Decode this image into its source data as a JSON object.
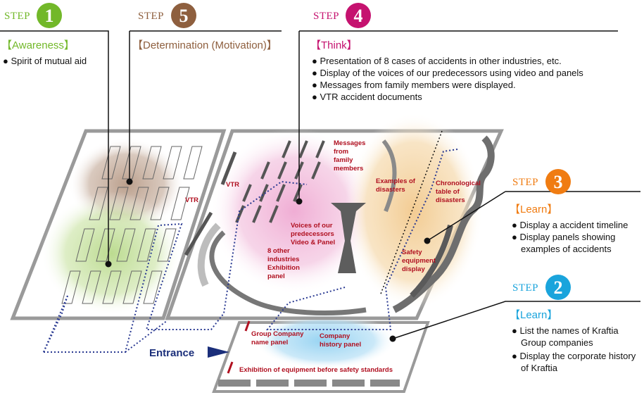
{
  "colors": {
    "step1": "#72b829",
    "step5": "#8e5f3e",
    "step4": "#c5126f",
    "step3": "#f07c12",
    "step2": "#1aa4dc",
    "label_red": "#b01020",
    "entrance": "#1a2e7a"
  },
  "steps": {
    "s1": {
      "word": "STEP",
      "num": "1",
      "head": "【Awareness】",
      "bullets": [
        "● Spirit of mutual aid"
      ]
    },
    "s5": {
      "word": "STEP",
      "num": "5",
      "head": "【Determination (Motivation)】",
      "bullets": []
    },
    "s4": {
      "word": "STEP",
      "num": "4",
      "head": "【Think】",
      "bullets": [
        "● Presentation of 8 cases of accidents in other industries, etc.",
        "● Display of the voices of our predecessors using video and panels",
        "● Messages from family members were displayed.",
        "● VTR accident documents"
      ]
    },
    "s3": {
      "word": "STEP",
      "num": "3",
      "head": "【Learn】",
      "bullets": [
        "● Display a accident timeline",
        "● Display panels showing",
        "examples of accidents"
      ]
    },
    "s2": {
      "word": "STEP",
      "num": "2",
      "head": "【Learn】",
      "bullets": [
        "● List the names of Kraftia",
        "Group companies",
        "● Display the corporate history",
        "of Kraftia"
      ]
    }
  },
  "map": {
    "vtr_left": "VTR",
    "vtr_mid": "VTR",
    "messages": [
      "Messages",
      "from",
      "family",
      "members"
    ],
    "examples": [
      "Examples of",
      "disasters"
    ],
    "chronological": [
      "Chronological",
      "table of",
      "disasters"
    ],
    "voices": [
      "Voices of our",
      "predecessors",
      "Video & Panel"
    ],
    "other_industries": [
      "8 other",
      "industries",
      "Exhibition",
      "panel"
    ],
    "safety_equipment": [
      "Safety",
      "equipment",
      "display"
    ],
    "group_company": [
      "Group Company",
      "name panel"
    ],
    "company_history": [
      "Company",
      "history panel"
    ],
    "exhibition": "Exhibition of equipment before safety standards",
    "entrance": "Entrance"
  }
}
